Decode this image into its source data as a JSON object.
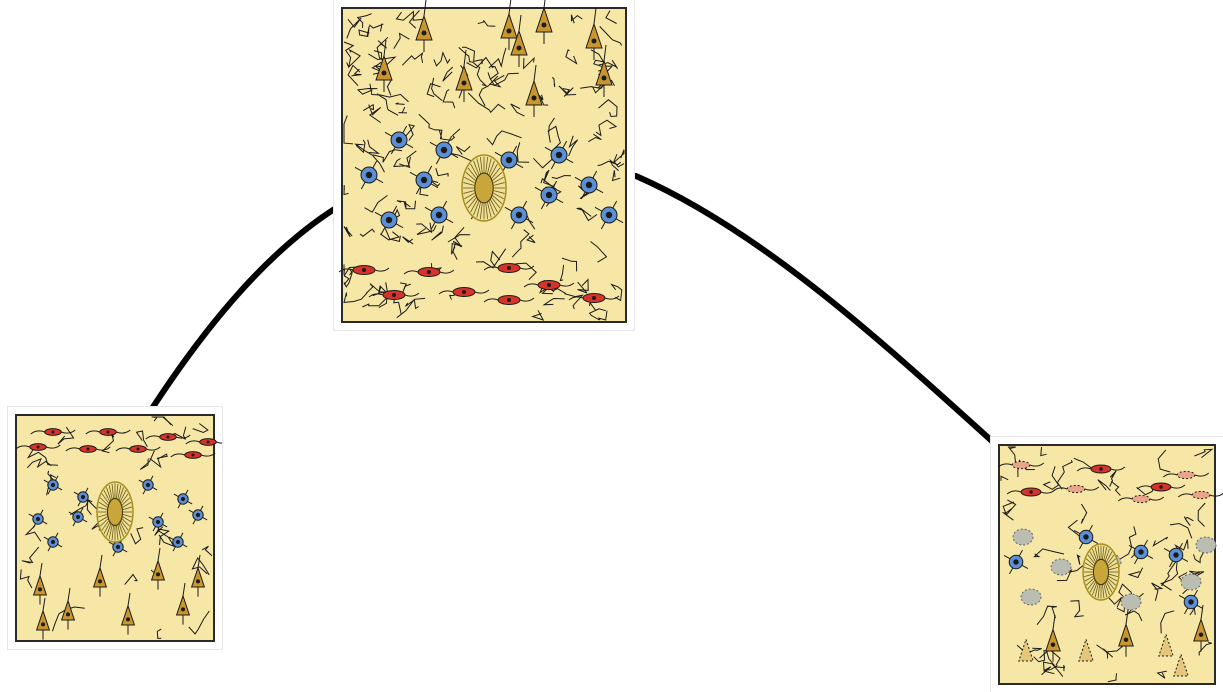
{
  "diagram": {
    "panels": [
      {
        "id": "left",
        "content": "tissue-illustration",
        "cell_types": [
          "red-cell",
          "blue-cell",
          "gold-pyramidal-cell",
          "central-plaque"
        ]
      },
      {
        "id": "center",
        "content": "tissue-illustration",
        "cell_types": [
          "gold-pyramidal-cell",
          "blue-cell",
          "red-cell",
          "central-plaque"
        ]
      },
      {
        "id": "right",
        "content": "tissue-illustration",
        "cell_types": [
          "red-cell",
          "faded-red-cell",
          "blue-cell",
          "gray-ghost-cell",
          "gold-pyramidal-cell",
          "faded-gold-cell",
          "central-plaque"
        ]
      }
    ],
    "connectors": [
      "left-to-center-arc",
      "center-to-right-arc"
    ]
  },
  "colors": {
    "tissue_bg": "#f7e7a6",
    "frame": "#2a2a2a",
    "process_line": "#1a1a1a",
    "gold_cell": "#c9962e",
    "blue_cell": "#5b8fd6",
    "red_cell": "#d8332a",
    "faded_red": "#eaa48a",
    "gray_ghost": "#b9bdb2",
    "faded_gold": "#e4c77a",
    "plaque_ring": "#a8901f",
    "plaque_core": "#c8a63a",
    "arc": "#000000"
  }
}
